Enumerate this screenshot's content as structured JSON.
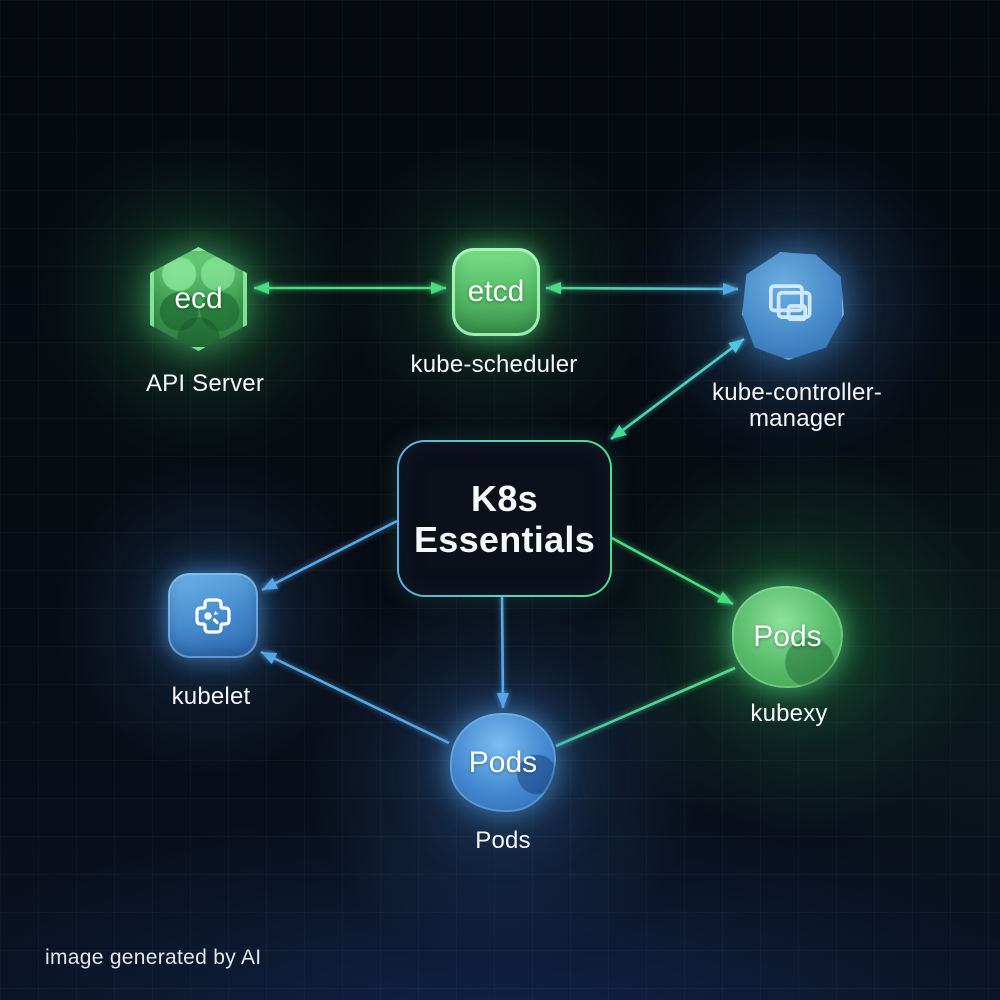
{
  "nodes": {
    "api_server": {
      "badge": "ecd",
      "label": "API Server",
      "color": "#4ade80"
    },
    "etcd": {
      "badge": "etcd",
      "label": "kube-scheduler",
      "color": "#4ade80"
    },
    "controller": {
      "label_line1": "kube-controller-",
      "label_line2": "manager",
      "icon": "stacked-windows-icon",
      "color": "#55a9e8"
    },
    "kubelet": {
      "label": "kubelet",
      "icon": "cpu-brackets-icon",
      "color": "#55a9e8"
    },
    "kube_proxy": {
      "badge": "Pods",
      "label": "kubexy",
      "color": "#4ade80"
    },
    "pods": {
      "badge": "Pods",
      "label": "Pods",
      "color": "#55a9e8"
    }
  },
  "center_node": {
    "line1": "K8s",
    "line2": "Essentials"
  },
  "footer_text": "image generated by AI",
  "colors": {
    "green": "#4ade80",
    "blue": "#58a9e8",
    "mint": "#45dd95",
    "teal": "#52cfe2",
    "background": "#070b12"
  }
}
